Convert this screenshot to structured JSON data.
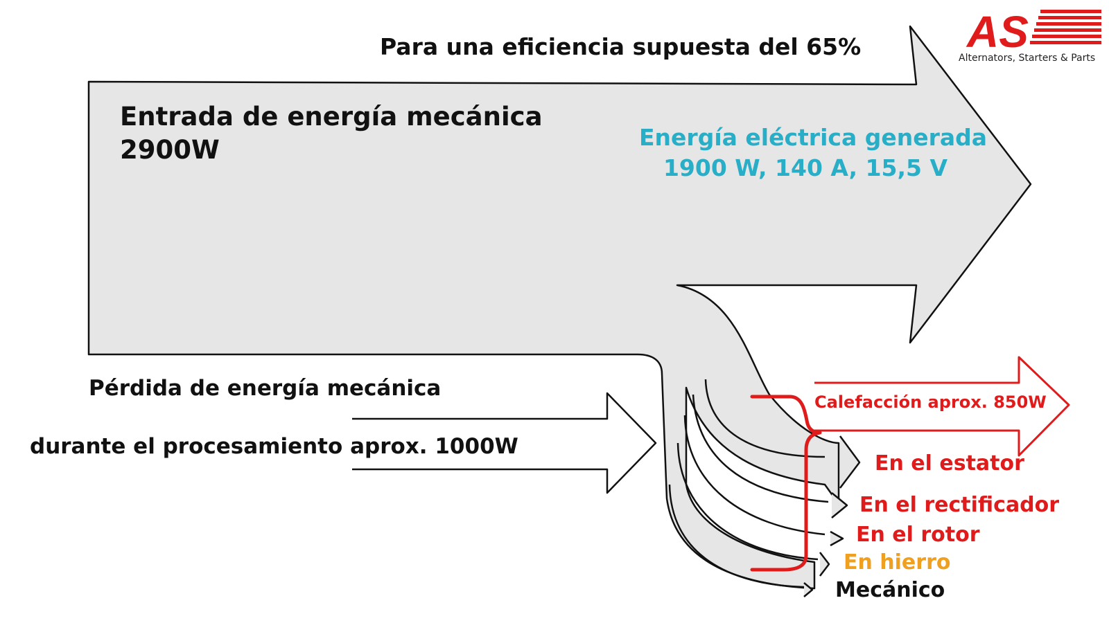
{
  "title": "Para una eficiencia supuesta del 65%",
  "input": {
    "label": "Entrada de energía mecánica",
    "value": "2900W"
  },
  "output": {
    "line1": "Energía eléctrica generada",
    "line2": "1900 W, 140 A, 15,5 V"
  },
  "losses": {
    "line1": "Pérdida de energía mecánica",
    "line2": "durante el procesamiento aprox. 1000W",
    "heating": "Calefacción aprox. 850W",
    "items": [
      {
        "label": "En el estator"
      },
      {
        "label": "En el rectificador"
      },
      {
        "label": "En el rotor"
      },
      {
        "label": "En hierro"
      },
      {
        "label": "Mecánico"
      }
    ]
  },
  "logo": {
    "text": "AS",
    "tagline": "Alternators, Starters & Parts"
  },
  "colors": {
    "arrow_fill": "#e6e6e6",
    "electric": "#29aec8",
    "loss_red": "#e01b1b",
    "iron_orange": "#f0a020"
  }
}
